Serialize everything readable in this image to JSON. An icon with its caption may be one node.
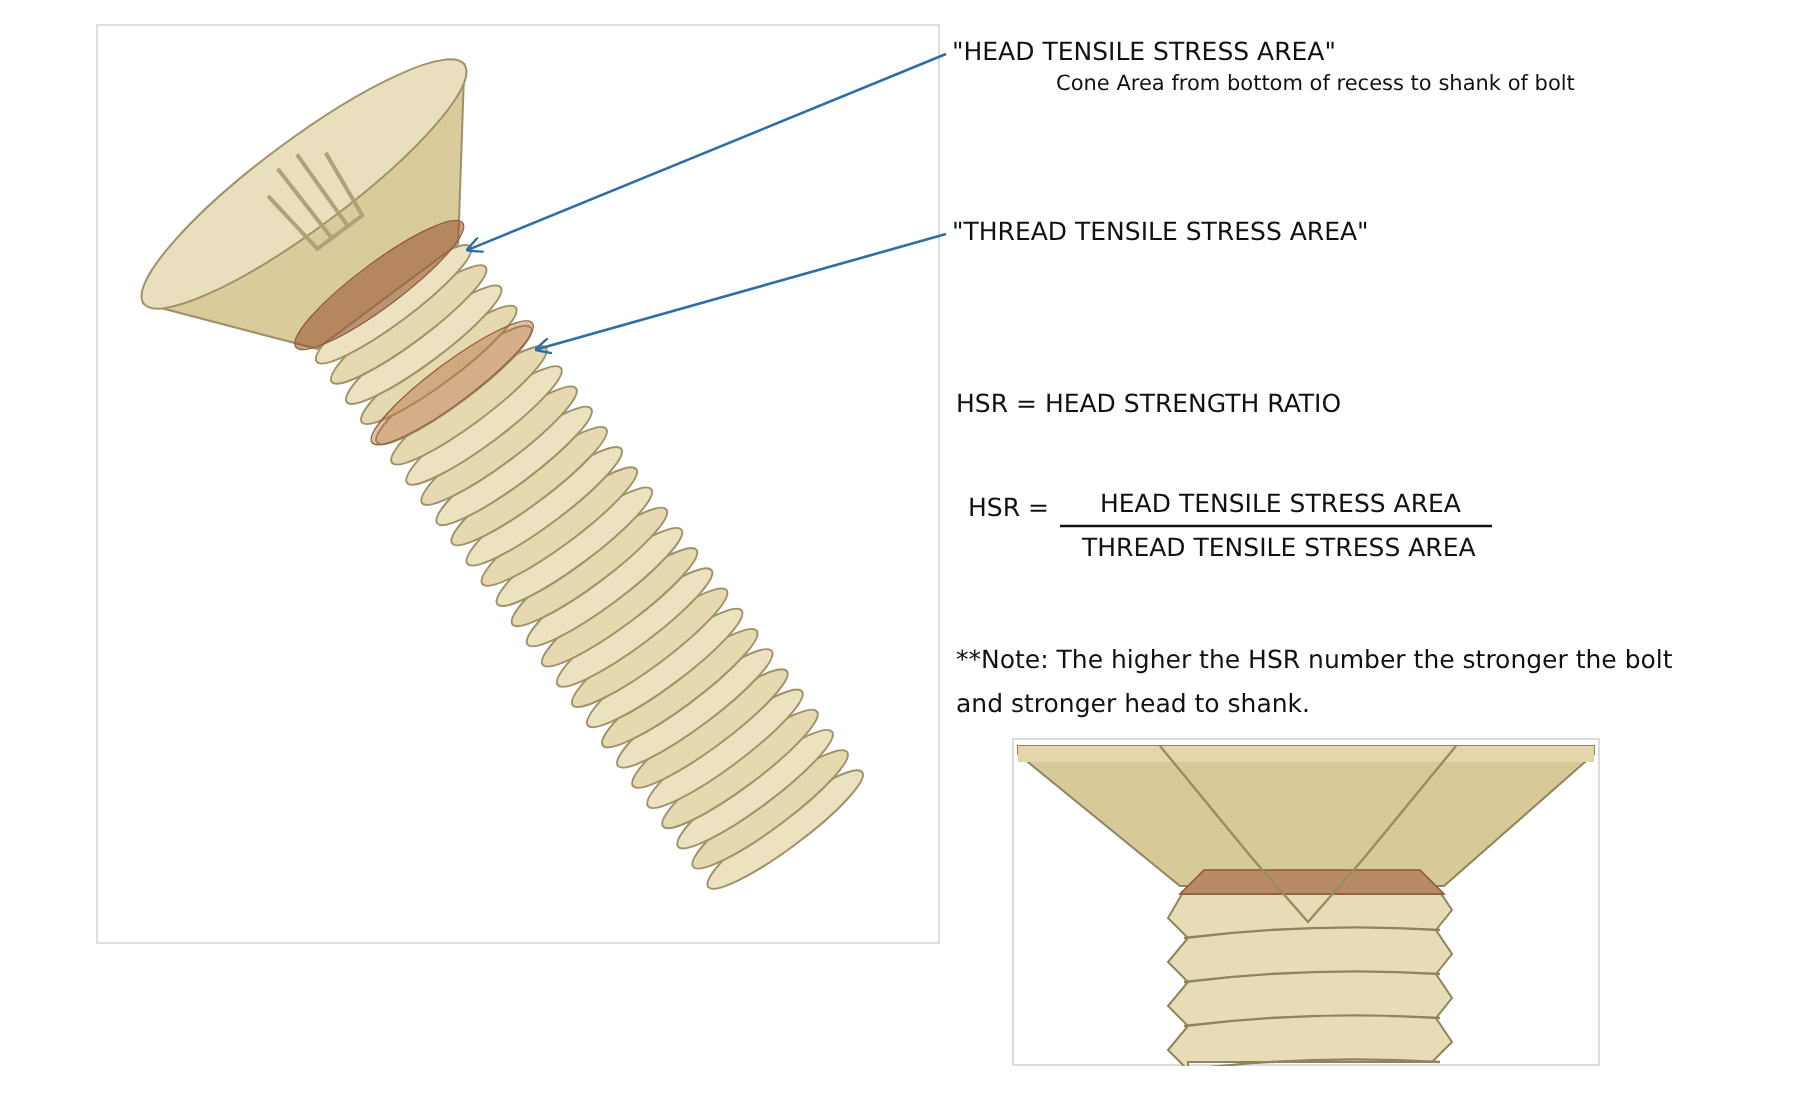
{
  "diagram": {
    "nodes": [
      {
        "text": [
          "\"HEAD TENSILE STRESS AREA\"",
          "Cone Area from bottom of recess to shank of bolt"
        ]
      },
      {
        "text": [
          "\"THREAD TENSILE STRESS AREA\""
        ]
      },
      {
        "text": [],
        "shape": "band"
      },
      {
        "text": [],
        "shape": "band"
      }
    ],
    "edges": [
      {
        "from": 0,
        "to": 2,
        "arrow": "to"
      },
      {
        "from": 1,
        "to": 3,
        "arrow": "to"
      }
    ],
    "labels": [
      "HSR = HEAD STRENGTH RATIO",
      "HSR =",
      "HEAD TENSILE STRESS AREA",
      "THREAD TENSILE STRESS AREA",
      "**Note: The higher the HSR number the stronger the bolt and stronger head to shank."
    ]
  }
}
